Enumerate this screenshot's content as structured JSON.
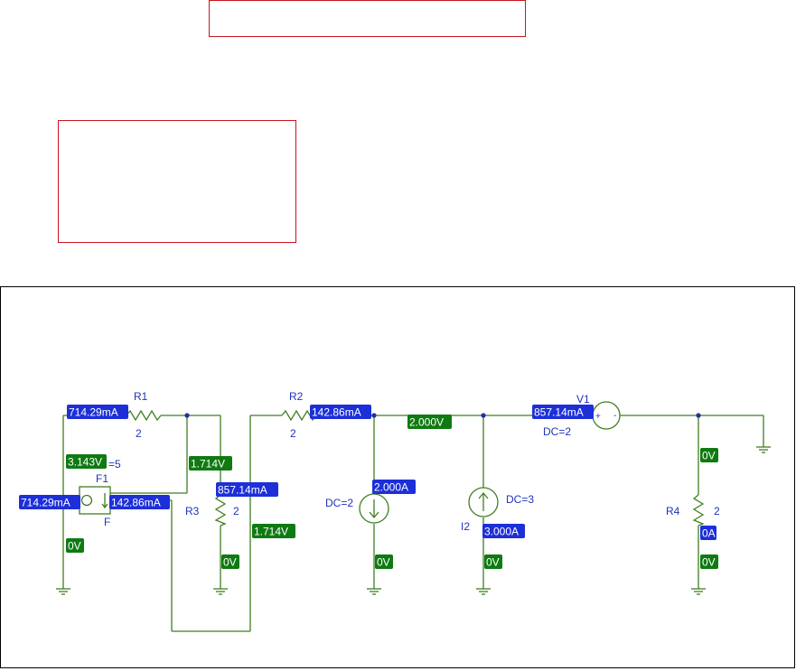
{
  "colors": {
    "current_tag_bg": "#1d2fd8",
    "voltage_tag_bg": "#0f7a12",
    "tag_text": "#ffffff",
    "wire": "#3f7f1f",
    "part_label": "#1f33b8",
    "text_box_border": "#c8141e"
  },
  "parts": {
    "r1_name": "R1",
    "r1_value": "2",
    "r2_name": "R2",
    "r2_value": "2",
    "r3_name": "R3",
    "r3_value": "2",
    "r4_name": "R4",
    "r4_value": "2",
    "f1_name": "F1",
    "f1_gain": "=5",
    "f1_type": "F",
    "i1_value": "DC=2",
    "i2_name": "I2",
    "i2_value": "DC=3",
    "v1_name": "V1",
    "v1_value": "DC=2",
    "v1_plus": "+",
    "v1_minus": "-"
  },
  "tags": {
    "t1": "714.29mA",
    "t2": "142.86mA",
    "t3": "2.000V",
    "t4": "857.14mA",
    "t5": "3.143V",
    "t6": "1.714V",
    "t7": "857.14mA",
    "t8": "714.29mA",
    "t9": "142.86mA",
    "t10": "2.000A",
    "t11": "0V",
    "t12": "1.714V",
    "t13": "0V",
    "t14": "0V",
    "t15": "3.000A",
    "t16": "0V",
    "t17": "0V",
    "t18": "0A",
    "t19": "0V"
  }
}
